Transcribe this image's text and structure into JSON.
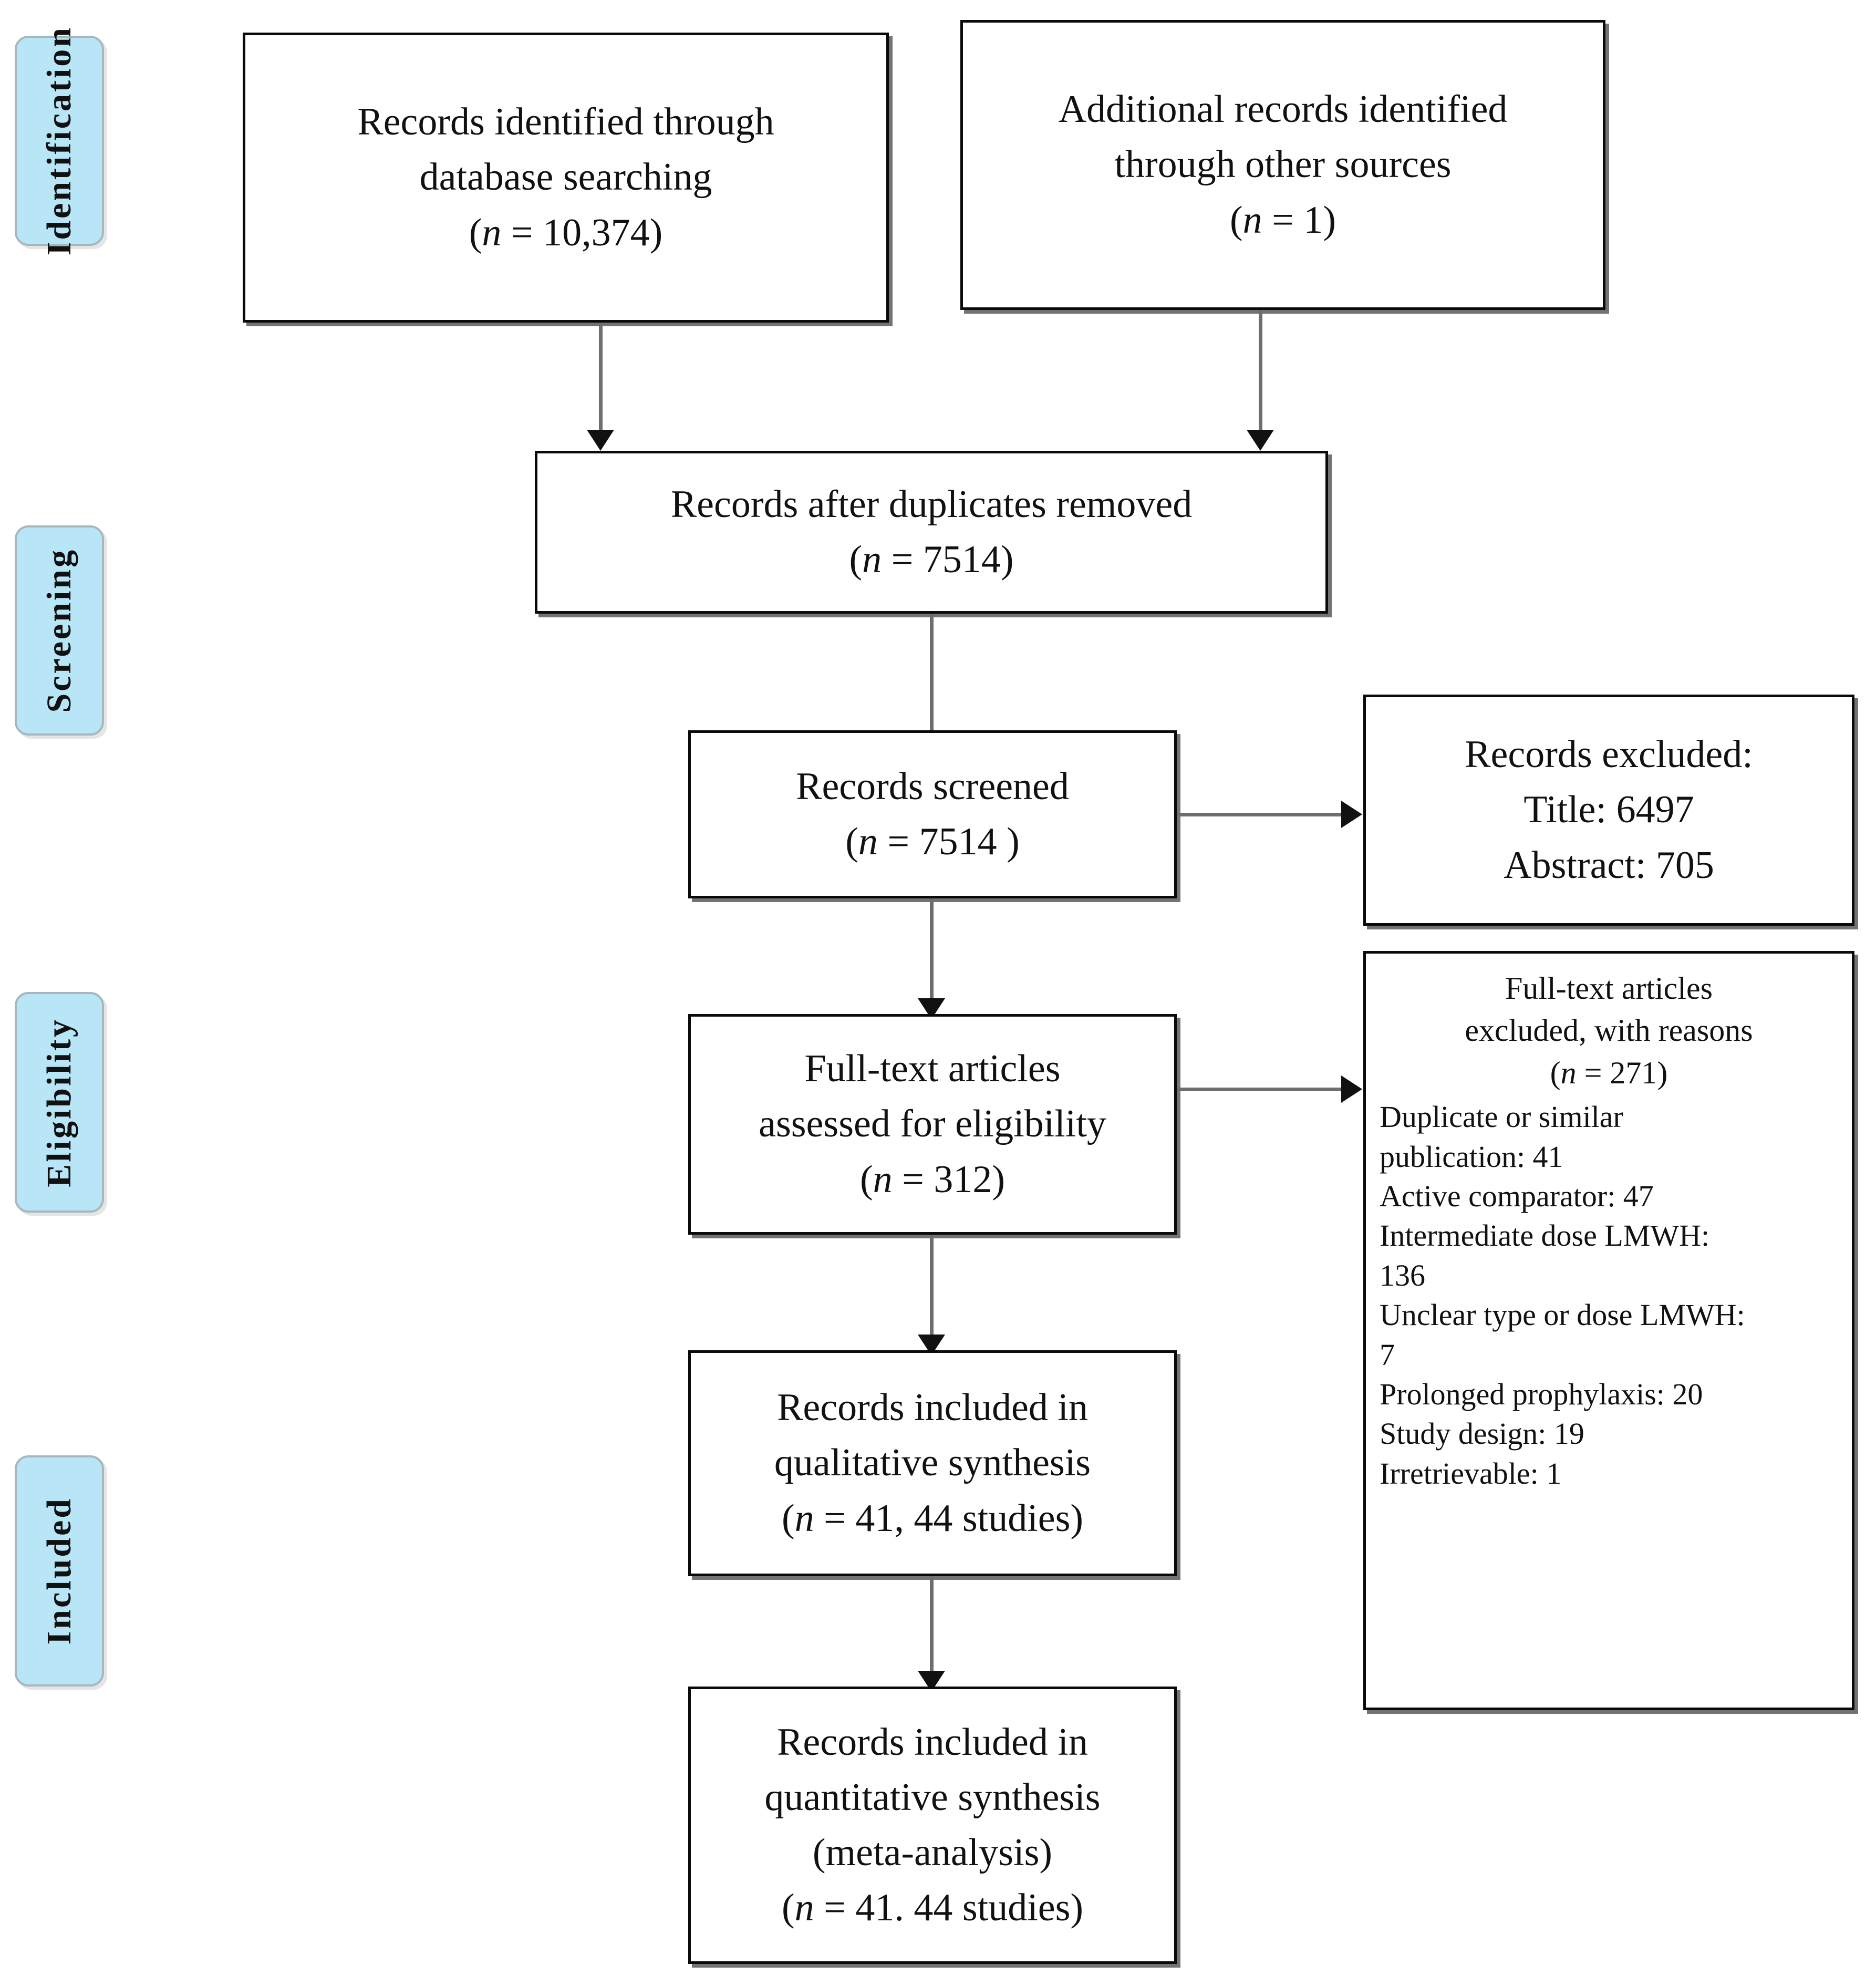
{
  "diagram": {
    "title": "PRISMA flow diagram",
    "type": "prisma-flow",
    "accent_color": "#b8e6f7",
    "box_border_color": "#0a0a0a",
    "connector_color": "#6e6e6e"
  },
  "stages": [
    {
      "label": "Identification"
    },
    {
      "label": "Screening"
    },
    {
      "label": "Eligibility"
    },
    {
      "label": "Included"
    }
  ],
  "boxes": {
    "identified_database": {
      "line1": "Records identified through",
      "line2": "database searching",
      "count_prefix": "(",
      "count_italic": "n",
      "count_suffix": " = 10,374)"
    },
    "identified_other": {
      "line1": "Additional records identified",
      "line2": "through other sources",
      "count_prefix": "(",
      "count_italic": "n",
      "count_suffix": " = 1)"
    },
    "duplicates_removed": {
      "line1": "Records after duplicates removed",
      "count_prefix": "(",
      "count_italic": "n",
      "count_suffix": " = 7514)"
    },
    "records_screened": {
      "line1": "Records screened",
      "count_prefix": "(",
      "count_italic": "n",
      "count_suffix": " = 7514 )"
    },
    "records_excluded": {
      "line1": "Records excluded:",
      "line2": "Title: 6497",
      "line3": "Abstract: 705"
    },
    "fulltext_assessed": {
      "line1": "Full-text articles",
      "line2": "assessed for eligibility",
      "count_prefix": "(",
      "count_italic": "n",
      "count_suffix": " = 312)"
    },
    "fulltext_excluded": {
      "line1": "Full-text articles",
      "line2": "excluded, with reasons",
      "count_prefix": "(",
      "count_italic": "n",
      "count_suffix": " = 271)",
      "reasons": [
        "Duplicate or similar",
        "publication: 41",
        "Active comparator: 47",
        "Intermediate dose LMWH:",
        "136",
        "Unclear type or dose LMWH:",
        "7",
        "Prolonged prophylaxis: 20",
        "Study design: 19",
        "Irretrievable: 1"
      ]
    },
    "qualitative_synthesis": {
      "line1": "Records included in",
      "line2": "qualitative synthesis",
      "count_prefix": "(",
      "count_italic": "n",
      "count_suffix": " = 41, 44 studies)"
    },
    "quantitative_synthesis": {
      "line1": "Records included in",
      "line2": "quantitative synthesis",
      "line3": "(meta-analysis)",
      "count_prefix": "(",
      "count_italic": "n",
      "count_suffix": " = 41. 44 studies)"
    }
  },
  "chart_data": {
    "type": "diagram",
    "title": "PRISMA flow diagram",
    "nodes": [
      {
        "id": "identified_database",
        "stage": "Identification",
        "label": "Records identified through database searching",
        "n": 10374
      },
      {
        "id": "identified_other",
        "stage": "Identification",
        "label": "Additional records identified through other sources",
        "n": 1
      },
      {
        "id": "duplicates_removed",
        "stage": "Screening",
        "label": "Records after duplicates removed",
        "n": 7514
      },
      {
        "id": "records_screened",
        "stage": "Screening",
        "label": "Records screened",
        "n": 7514
      },
      {
        "id": "records_excluded",
        "stage": "Screening",
        "label": "Records excluded",
        "title_excluded": 6497,
        "abstract_excluded": 705
      },
      {
        "id": "fulltext_assessed",
        "stage": "Eligibility",
        "label": "Full-text articles assessed for eligibility",
        "n": 312
      },
      {
        "id": "fulltext_excluded",
        "stage": "Eligibility",
        "label": "Full-text articles excluded, with reasons",
        "n": 271,
        "breakdown": {
          "Duplicate or similar publication": 41,
          "Active comparator": 47,
          "Intermediate dose LMWH": 136,
          "Unclear type or dose LMWH": 7,
          "Prolonged prophylaxis": 20,
          "Study design": 19,
          "Irretrievable": 1
        }
      },
      {
        "id": "qualitative_synthesis",
        "stage": "Included",
        "label": "Records included in qualitative synthesis",
        "n": 41,
        "studies": 44
      },
      {
        "id": "quantitative_synthesis",
        "stage": "Included",
        "label": "Records included in quantitative synthesis (meta-analysis)",
        "n": 41,
        "studies": 44
      }
    ],
    "edges": [
      {
        "from": "identified_database",
        "to": "duplicates_removed"
      },
      {
        "from": "identified_other",
        "to": "duplicates_removed"
      },
      {
        "from": "duplicates_removed",
        "to": "records_screened"
      },
      {
        "from": "records_screened",
        "to": "records_excluded"
      },
      {
        "from": "records_screened",
        "to": "fulltext_assessed"
      },
      {
        "from": "fulltext_assessed",
        "to": "fulltext_excluded"
      },
      {
        "from": "fulltext_assessed",
        "to": "qualitative_synthesis"
      },
      {
        "from": "qualitative_synthesis",
        "to": "quantitative_synthesis"
      }
    ]
  }
}
